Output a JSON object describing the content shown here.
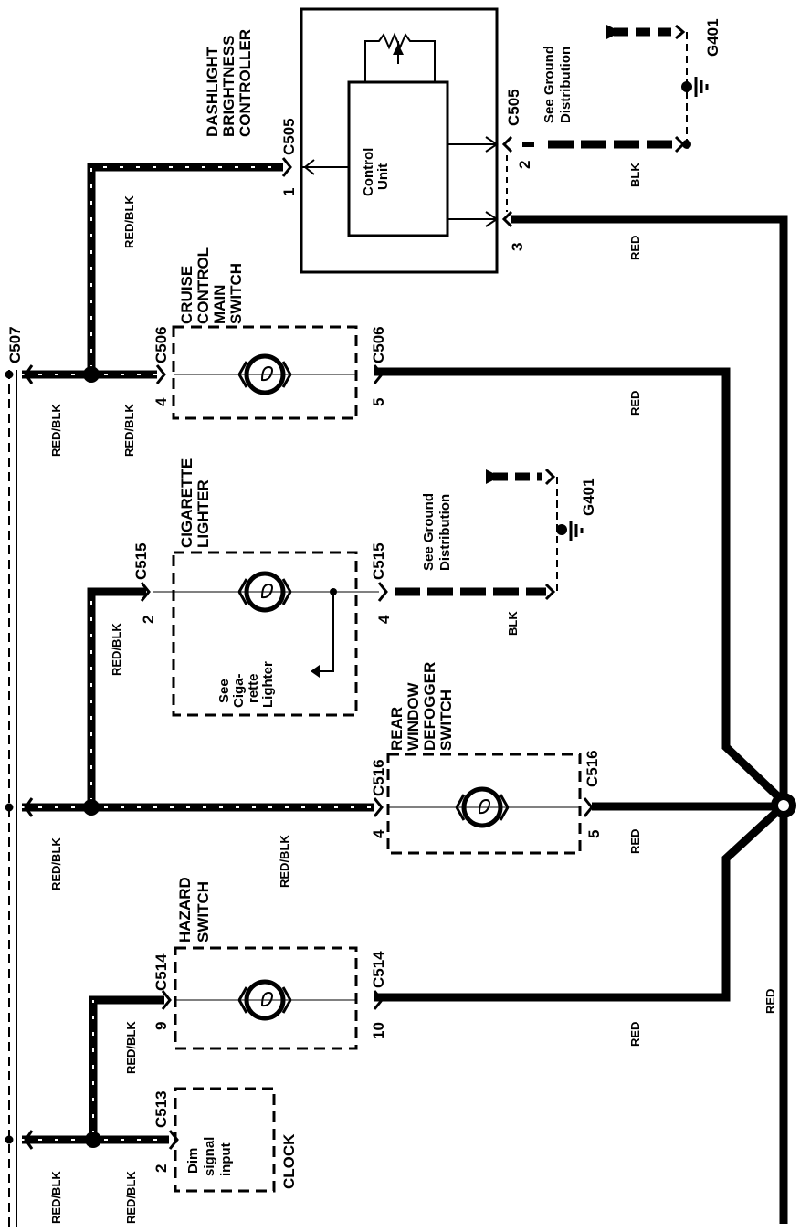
{
  "components": {
    "dashlight": {
      "title_lines": [
        "DASHLIGHT",
        "BRIGHTNESS",
        "CONTROLLER"
      ],
      "connector": "C505",
      "inner_lines": [
        "Control",
        "Unit"
      ]
    },
    "cruise": {
      "title_lines": [
        "CRUISE",
        "CONTROL",
        "MAIN",
        "SWITCH"
      ],
      "connector": "C506"
    },
    "lighter": {
      "title_lines": [
        "CIGARETTE",
        "LIGHTER"
      ],
      "connector": "C515",
      "note_lines": [
        "See",
        "Ciga-",
        "rette",
        "Lighter"
      ]
    },
    "defogger": {
      "title_lines": [
        "REAR",
        "WINDOW",
        "DEFOGGER",
        "SWITCH"
      ],
      "connector": "C516"
    },
    "hazard": {
      "title_lines": [
        "HAZARD",
        "SWITCH"
      ],
      "connector": "C514"
    },
    "clock": {
      "title": "CLOCK",
      "connector": "C513",
      "inner_lines": [
        "Dim",
        "signal",
        "input"
      ]
    }
  },
  "connectors": {
    "c507": "C507"
  },
  "pins": {
    "p1": "1",
    "p2": "2",
    "p3": "3",
    "p4": "4",
    "p5": "5",
    "p9": "9",
    "p10": "10"
  },
  "wires": {
    "red_blk": "RED/BLK",
    "red": "RED",
    "blk": "BLK"
  },
  "grounds": {
    "id": "G401",
    "note_lines": [
      "See Ground",
      "Distribution"
    ]
  }
}
